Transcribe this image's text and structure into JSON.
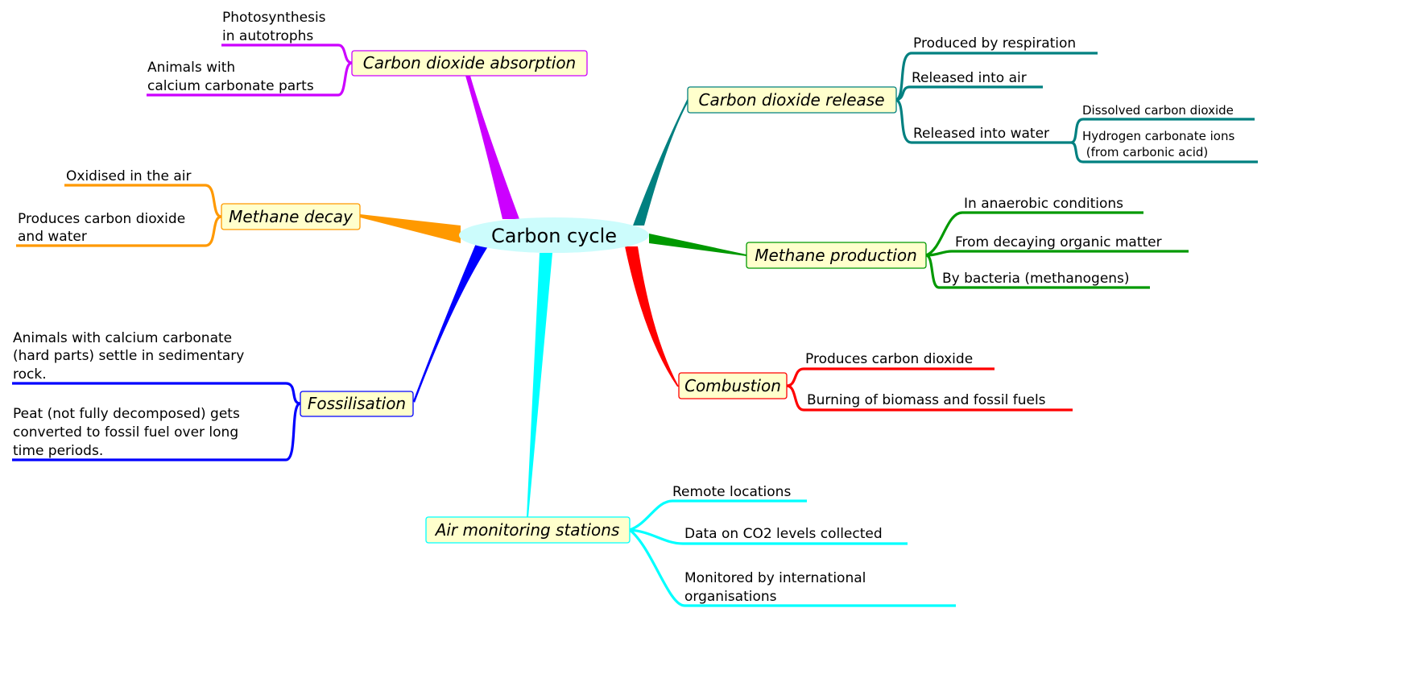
{
  "title": "Carbon cycle",
  "colors": {
    "center_fill": "#ccfcfc",
    "node_fill": "#ffffcc",
    "absorption": "#cc00ff",
    "methane_decay": "#ff9900",
    "fossilisation": "#0000ff",
    "air_monitoring": "#00ffff",
    "combustion": "#ff0000",
    "methane_production": "#009900",
    "release": "#008080"
  },
  "branches": {
    "absorption": {
      "label": "Carbon dioxide absorption",
      "children": [
        [
          "Photosynthesis",
          "in autotrophs"
        ],
        [
          "Animals with",
          "calcium carbonate parts"
        ]
      ]
    },
    "methane_decay": {
      "label": "Methane decay",
      "children": [
        [
          "Oxidised in the air"
        ],
        [
          "Produces carbon dioxide",
          "and water"
        ]
      ]
    },
    "fossilisation": {
      "label": "Fossilisation",
      "children": [
        [
          "Animals with calcium carbonate",
          "(hard parts) settle in sedimentary",
          "rock."
        ],
        [
          "Peat (not fully decomposed) gets",
          "converted to fossil fuel over long",
          "time periods."
        ]
      ]
    },
    "air_monitoring": {
      "label": "Air monitoring stations",
      "children": [
        [
          "Remote locations"
        ],
        [
          "Data on CO2 levels collected"
        ],
        [
          "Monitored by international",
          "organisations"
        ]
      ]
    },
    "combustion": {
      "label": "Combustion",
      "children": [
        [
          "Produces carbon dioxide"
        ],
        [
          "Burning of biomass and fossil fuels"
        ]
      ]
    },
    "methane_production": {
      "label": "Methane production",
      "children": [
        [
          "In anaerobic conditions"
        ],
        [
          "From decaying organic matter"
        ],
        [
          "By bacteria (methanogens)"
        ]
      ]
    },
    "release": {
      "label": "Carbon dioxide release",
      "children": [
        [
          "Produced by respiration"
        ],
        [
          "Released into air"
        ],
        [
          "Released into water"
        ]
      ],
      "water_children": [
        [
          "Dissolved carbon dioxide"
        ],
        [
          "Hydrogen carbonate ions",
          " (from carbonic acid)"
        ]
      ]
    }
  }
}
